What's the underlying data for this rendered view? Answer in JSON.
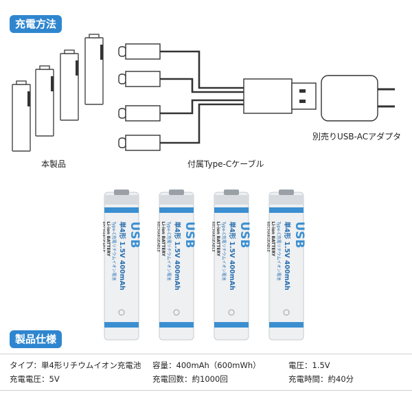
{
  "sections": {
    "charging_title": "充電方法",
    "spec_title": "製品仕様"
  },
  "diagram": {
    "product_label": "本製品",
    "cable_label": "付属Type-Cケーブル",
    "adapter_label": "別売りUSB-ACアダプタ"
  },
  "battery": {
    "brand": "USB",
    "line1": "単4形",
    "line2": "1.5V",
    "line3": "400mAh",
    "line4": "Type-C充電リチウムイオン電池",
    "line5": "Li-ion BATTERY",
    "line6": "RECHARGEABLE",
    "count": 4,
    "accent_color": "#3b8fd1",
    "body_color": "#eef0f2"
  },
  "specs": [
    {
      "label": "タイプ：単4形リチウムイオン充電池"
    },
    {
      "label": "容量：400mAh（600mWh）"
    },
    {
      "label": "電圧：1.5V"
    },
    {
      "label": "充電電圧：5V"
    },
    {
      "label": "充電回数：約1000回"
    },
    {
      "label": "充電時間：約40分"
    }
  ]
}
